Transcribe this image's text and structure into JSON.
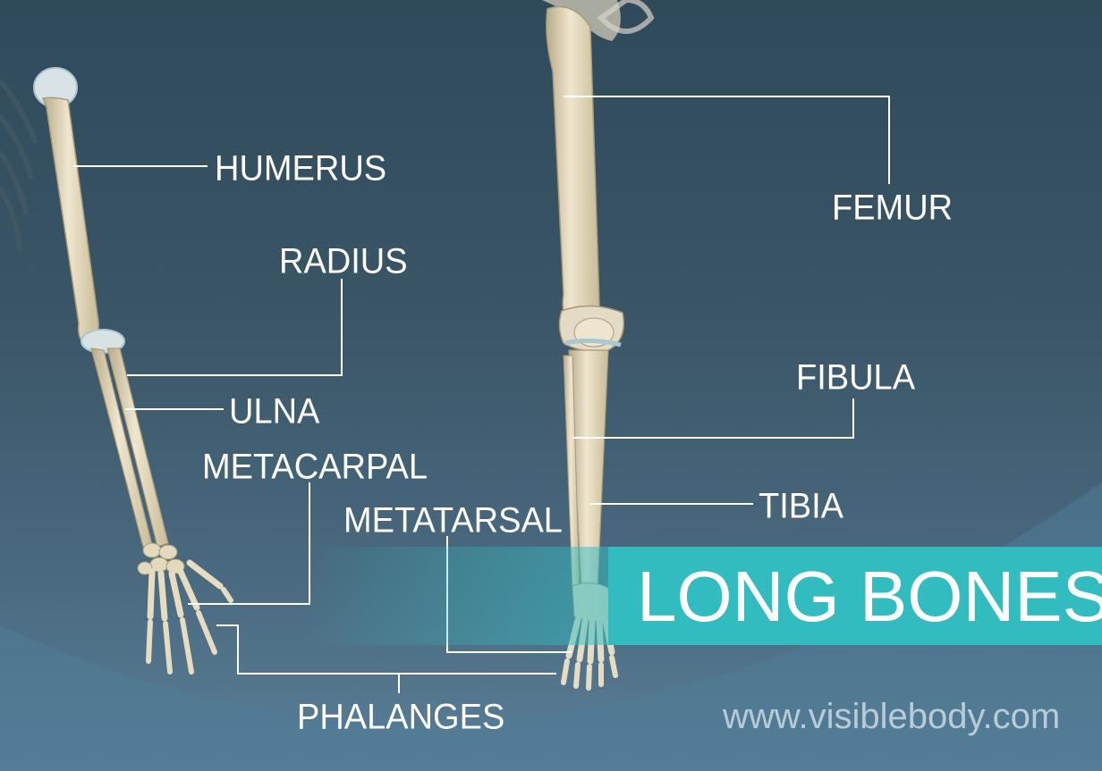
{
  "labels": {
    "humerus": "HUMERUS",
    "radius": "RADIUS",
    "ulna": "ULNA",
    "metacarpal": "METACARPAL",
    "metatarsal": "METATARSAL",
    "phalanges": "PHALANGES",
    "femur": "FEMUR",
    "fibula": "FIBULA",
    "tibia": "TIBIA"
  },
  "banner": {
    "title": "LONG BONES"
  },
  "footer": {
    "url": "www.visiblebody.com"
  },
  "colors": {
    "background": "#3a5566",
    "banner": "#33bcc0",
    "bone": "#e6dcc2",
    "bone_shadow": "#b9ab8a",
    "cartilage": "#a9c7cf",
    "leader_line": "#ffffff"
  }
}
